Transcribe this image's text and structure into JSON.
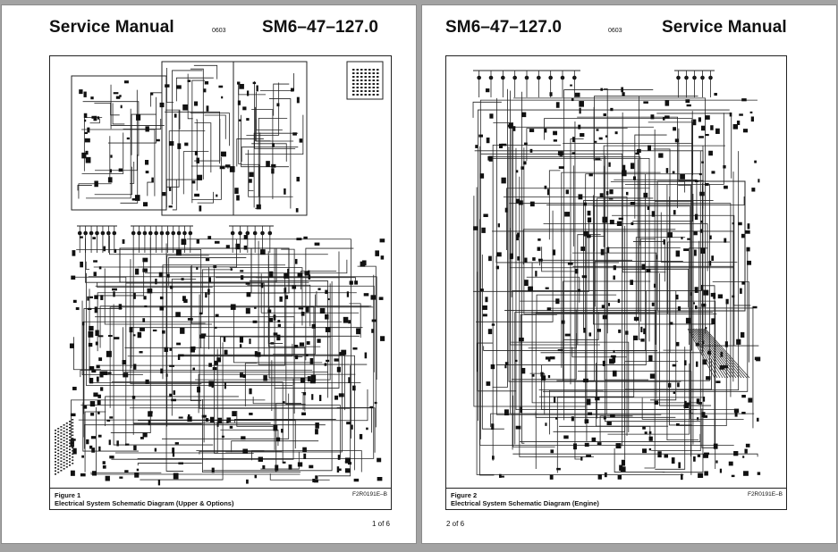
{
  "viewer": {
    "background_color": "#a3a3a3",
    "page_color": "#ffffff"
  },
  "pages": [
    {
      "header_left": "Service Manual",
      "header_code": "0603",
      "header_right": "SM6–47–127.0",
      "figure": {
        "label": "Figure 1",
        "title": "Electrical System Schematic Diagram (Upper & Options)",
        "code": "F2R0191E–B"
      },
      "page_number": "1 of 6"
    },
    {
      "header_left": "SM6–47–127.0",
      "header_code": "0603",
      "header_right": "Service Manual",
      "figure": {
        "label": "Figure 2",
        "title": "Electrical System Schematic Diagram (Engine)",
        "code": "F2R0191E–B"
      },
      "page_number": "2 of 6"
    }
  ]
}
